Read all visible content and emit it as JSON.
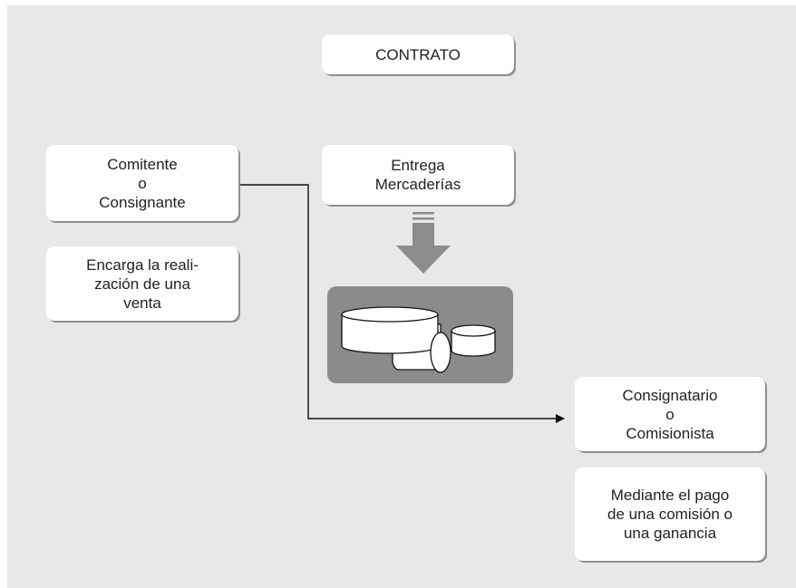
{
  "contract": {
    "label": "CONTRATO"
  },
  "comitente": {
    "label": "Comitente\no\nConsignante"
  },
  "comitente_role": {
    "label": "Encarga la reali-\nzación de una\nventa"
  },
  "entrega": {
    "label": "Entrega\nMercaderías"
  },
  "consignatario": {
    "label": "Consignatario\no\nComisionista"
  },
  "consignatario_role": {
    "label": "Mediante el pago\nde una comisión o\nuna ganancia"
  },
  "colors": {
    "background": "#e8e8e8",
    "box_fill": "#ffffff",
    "box_shadow": "#8f8f8f",
    "arrow": "#8c8c8c",
    "goods_panel": "#8b8b8b",
    "line": "#111111"
  },
  "icons": {
    "delivery": "down-arrow-icon",
    "goods": "cylinders-icon"
  }
}
